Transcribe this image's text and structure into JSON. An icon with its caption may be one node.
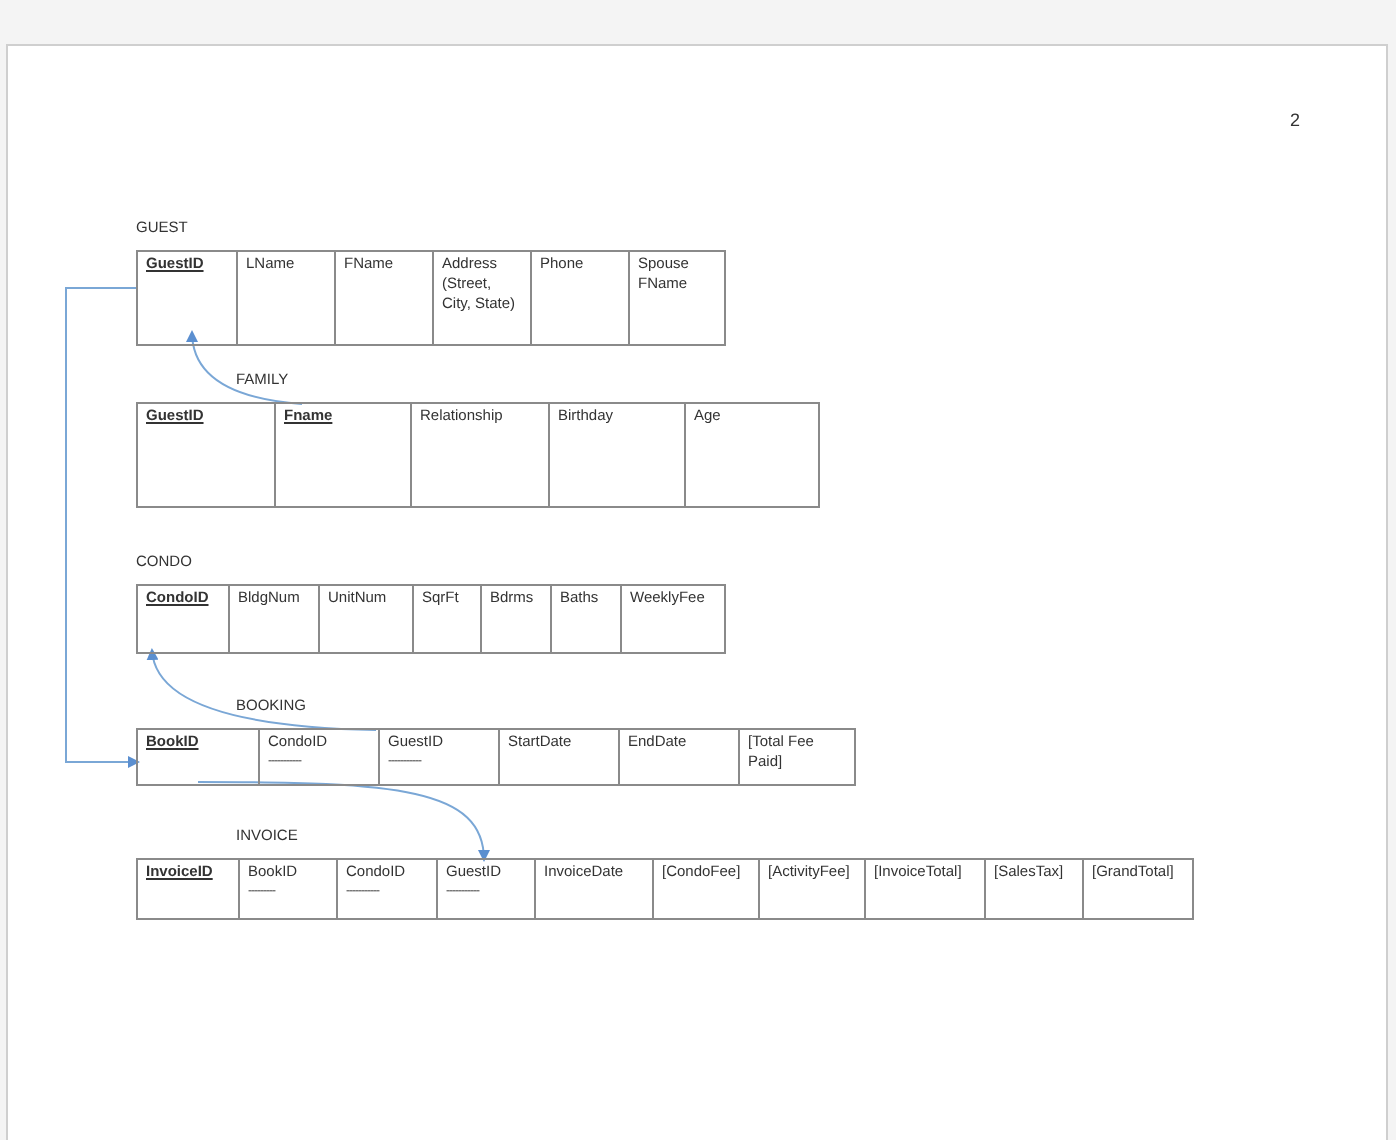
{
  "diagram": {
    "nodes": [
      {
        "text": [
          "GUEST"
        ]
      },
      {
        "text": [
          "GuestID"
        ],
        "in": 0
      },
      {
        "text": [
          "LName"
        ],
        "in": 0
      },
      {
        "text": [
          "FName"
        ],
        "in": 0
      },
      {
        "text": [
          "Address (Street, City, State)"
        ],
        "in": 0
      },
      {
        "text": [
          "Phone"
        ],
        "in": 0
      },
      {
        "text": [
          "Spouse FName"
        ],
        "in": 0
      },
      {
        "text": [
          "FAMILY"
        ]
      },
      {
        "text": [
          "GuestID"
        ],
        "in": 7
      },
      {
        "text": [
          "Fname"
        ],
        "in": 7
      },
      {
        "text": [
          "Relationship"
        ],
        "in": 7
      },
      {
        "text": [
          "Birthday"
        ],
        "in": 7
      },
      {
        "text": [
          "Age"
        ],
        "in": 7
      },
      {
        "text": [
          "CONDO"
        ]
      },
      {
        "text": [
          "CondoID"
        ],
        "in": 13
      },
      {
        "text": [
          "BldgNum"
        ],
        "in": 13
      },
      {
        "text": [
          "UnitNum"
        ],
        "in": 13
      },
      {
        "text": [
          "SqrFt"
        ],
        "in": 13
      },
      {
        "text": [
          "Bdrms"
        ],
        "in": 13
      },
      {
        "text": [
          "Baths"
        ],
        "in": 13
      },
      {
        "text": [
          "WeeklyFee"
        ],
        "in": 13
      },
      {
        "text": [
          "BOOKING"
        ]
      },
      {
        "text": [
          "BookID"
        ],
        "in": 21
      },
      {
        "text": [
          "CondoID",
          "-----------"
        ],
        "in": 21
      },
      {
        "text": [
          "GuestID",
          "-----------"
        ],
        "in": 21
      },
      {
        "text": [
          "StartDate"
        ],
        "in": 21
      },
      {
        "text": [
          "EndDate"
        ],
        "in": 21
      },
      {
        "text": [
          "[Total Fee Paid]"
        ],
        "in": 21
      },
      {
        "text": [
          "INVOICE"
        ]
      },
      {
        "text": [
          "InvoiceID"
        ],
        "in": 28
      },
      {
        "text": [
          "BookID",
          "---------"
        ],
        "in": 28
      },
      {
        "text": [
          "CondoID",
          "-----------"
        ],
        "in": 28
      },
      {
        "text": [
          "GuestID",
          "-----------"
        ],
        "in": 28
      },
      {
        "text": [
          "InvoiceDate"
        ],
        "in": 28
      },
      {
        "text": [
          "[CondoFee]"
        ],
        "in": 28
      },
      {
        "text": [
          "[ActivityFee]"
        ],
        "in": 28
      },
      {
        "text": [
          "[InvoiceTotal]"
        ],
        "in": 28
      },
      {
        "text": [
          "[SalesTax]"
        ],
        "in": 28
      },
      {
        "text": [
          "[GrandTotal]"
        ],
        "in": 28
      }
    ],
    "edges": [
      {
        "from": 9,
        "to": 1,
        "arrow": "to"
      },
      {
        "from": 1,
        "to": 22,
        "arrow": "to"
      },
      {
        "from": 23,
        "to": 14,
        "arrow": "to"
      },
      {
        "from": 22,
        "to": 32,
        "arrow": "to"
      }
    ],
    "labels": [
      "2"
    ]
  }
}
